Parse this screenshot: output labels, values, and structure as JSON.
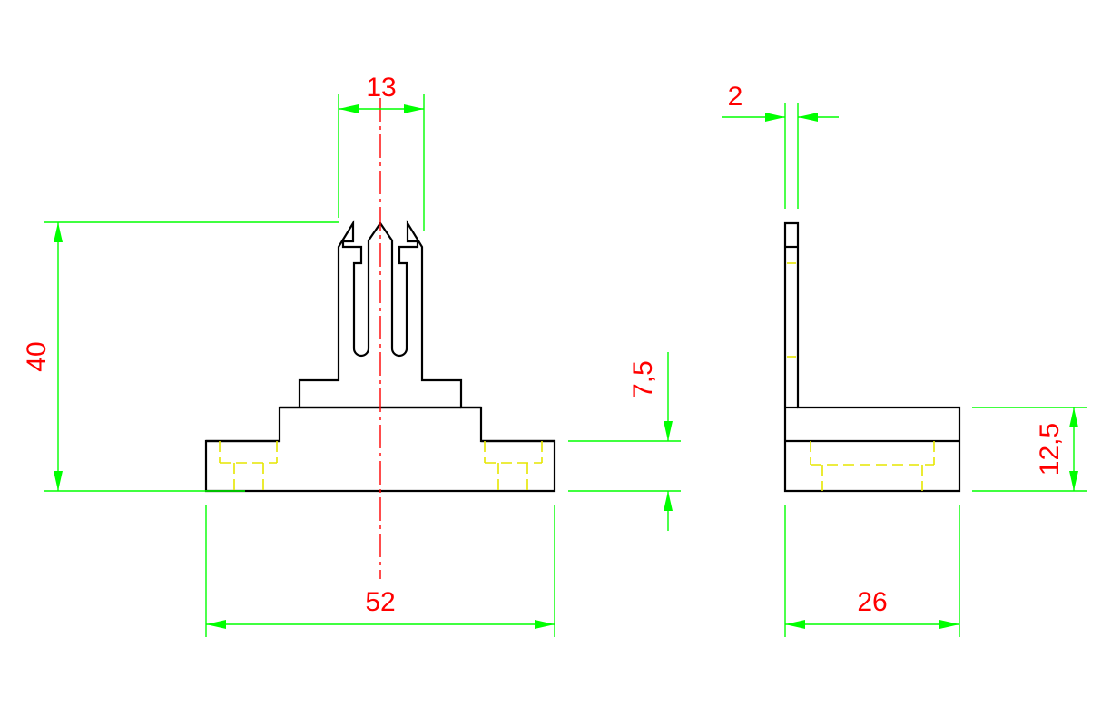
{
  "dimensions": {
    "tab_width": "13",
    "plate_thickness": "2",
    "overall_height": "40",
    "base_height": "7,5",
    "side_base_height": "12,5",
    "front_width": "52",
    "side_width": "26"
  },
  "colors": {
    "outline": "#000000",
    "hidden_lines": "#e6e600",
    "center_line": "#ff0000",
    "dimension_lines": "#00ff00",
    "dimension_text": "#ff0000"
  }
}
